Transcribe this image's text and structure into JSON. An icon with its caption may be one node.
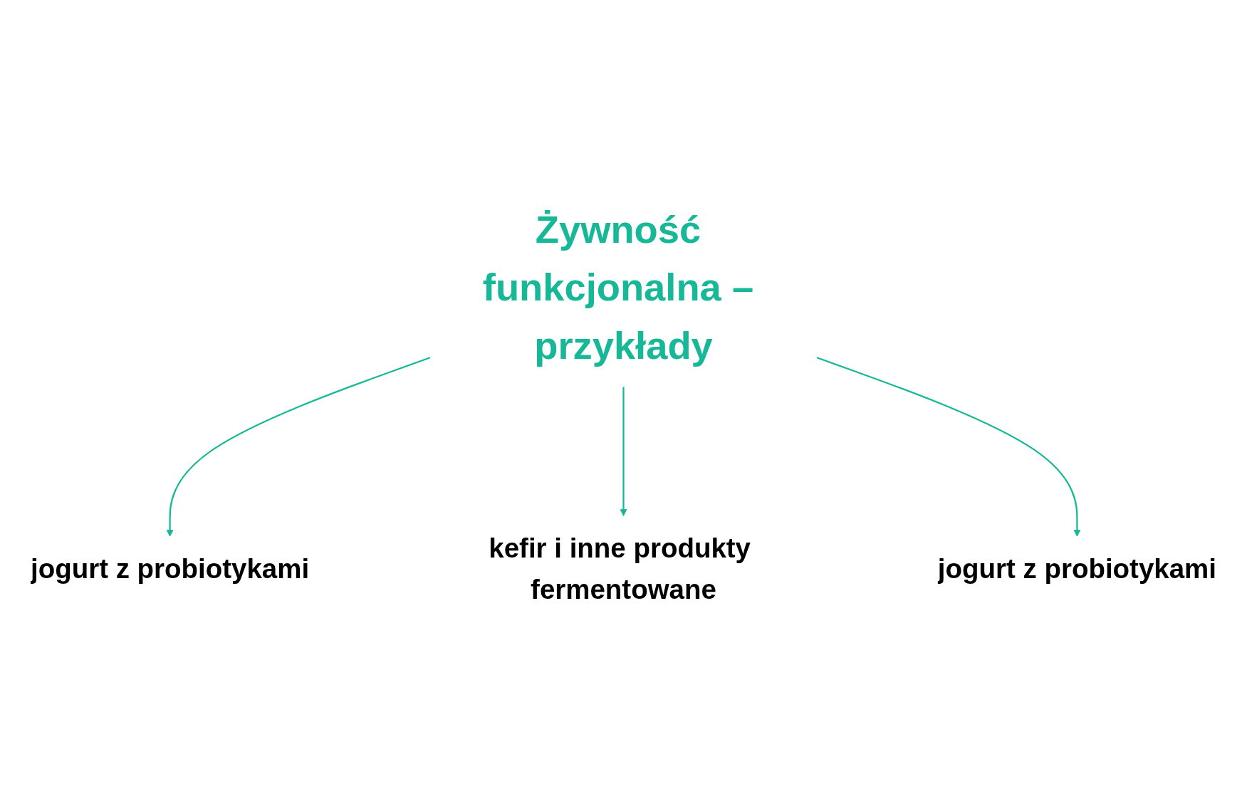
{
  "diagram": {
    "nodes": [
      {
        "text": [
          "jogurt z probiotykami"
        ]
      },
      {
        "text": [
          "kefir i inne produkty fermentowane"
        ]
      },
      {
        "text": [
          "Żywność funkcjonalna – przykłady"
        ]
      },
      {
        "text": [
          "jogurt z probiotykami"
        ]
      }
    ],
    "edges": [
      {
        "from": 2,
        "to": 0,
        "arrow": "to",
        "color": "#17b897"
      },
      {
        "from": 2,
        "to": 1,
        "arrow": "to",
        "color": "#17b897"
      },
      {
        "from": 2,
        "to": 3,
        "arrow": "to",
        "color": "#17b897"
      }
    ]
  }
}
